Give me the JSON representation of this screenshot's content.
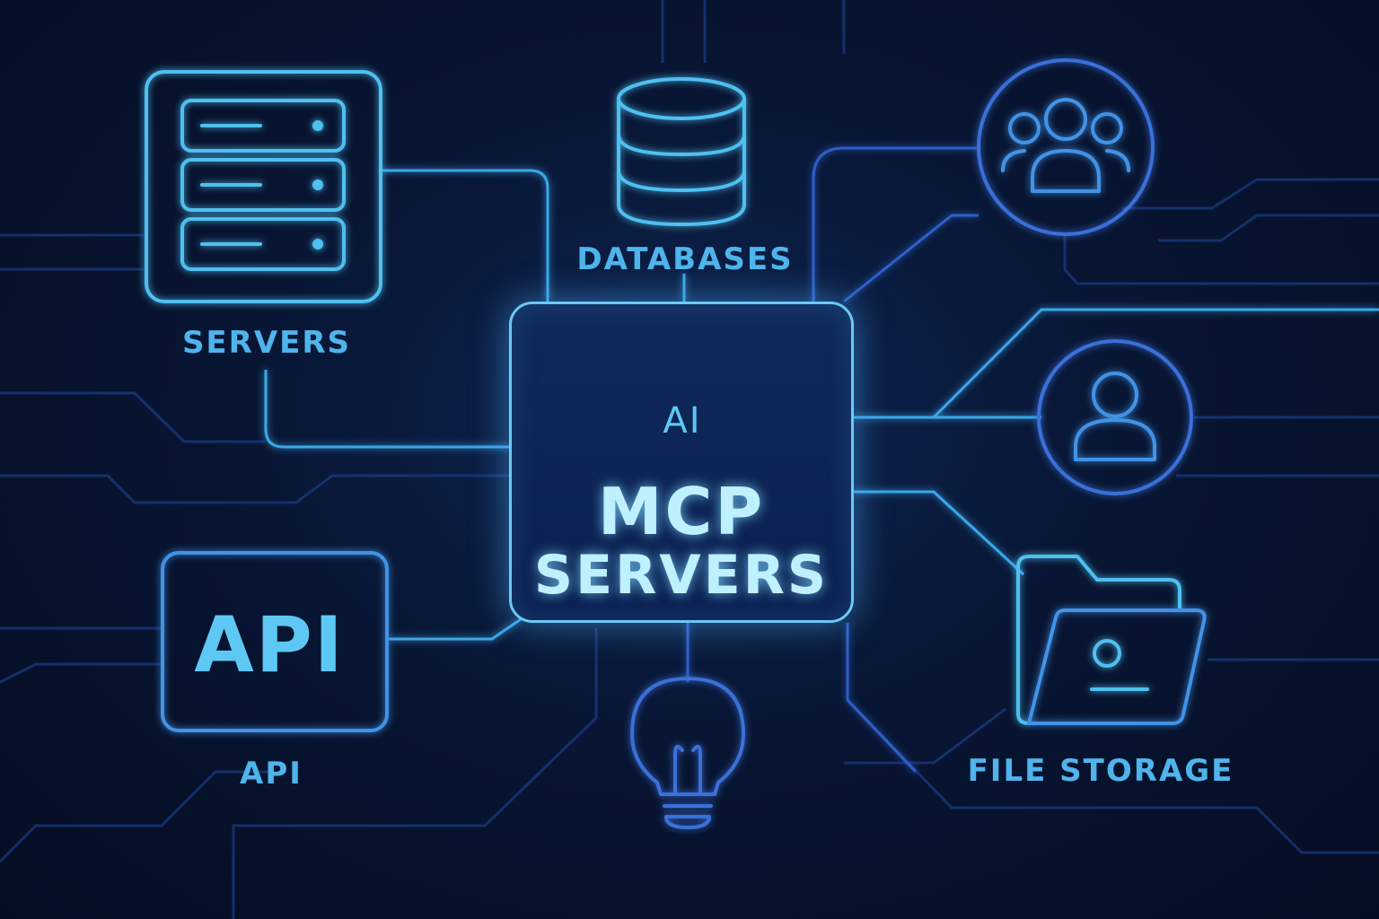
{
  "title": {
    "line1": "MCP",
    "line2": "SERVERS"
  },
  "center_icon": {
    "icon": "ai-brain-icon",
    "text": "AI"
  },
  "nodes": [
    {
      "label": "SERVERS",
      "icon": "server-rack-icon"
    },
    {
      "label": "DATABASES",
      "icon": "database-icon"
    },
    {
      "label": "",
      "icon": "users-group-icon"
    },
    {
      "label": "",
      "icon": "user-icon"
    },
    {
      "label": "FILE STORAGE",
      "icon": "folder-icon"
    },
    {
      "label": "",
      "icon": "lightbulb-icon"
    },
    {
      "label": "API",
      "icon": "api-icon",
      "icon_text": "API"
    }
  ],
  "colors": {
    "background": "#06112a",
    "accent_cyan": "#4fc0f0",
    "accent_blue": "#3a6fd8",
    "title_glow": "#bff0ff"
  }
}
